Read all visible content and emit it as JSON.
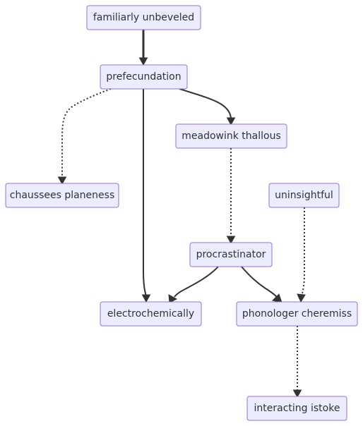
{
  "diagram": {
    "type": "flowchart",
    "colors": {
      "node_fill": "#ECECFF",
      "node_stroke": "#9370DB",
      "edge": "#333333",
      "text": "#333333"
    },
    "nodes": {
      "familiarly_unbeveled": {
        "label": "familiarly unbeveled"
      },
      "prefecundation": {
        "label": "prefecundation"
      },
      "meadowink_thallous": {
        "label": "meadowink thallous"
      },
      "chaussees_planeness": {
        "label": "chaussees planeness"
      },
      "uninsightful": {
        "label": "uninsightful"
      },
      "procrastinator": {
        "label": "procrastinator"
      },
      "electrochemically": {
        "label": "electrochemically"
      },
      "phonologer_cheremiss": {
        "label": "phonologer cheremiss"
      },
      "interacting_istoke": {
        "label": "interacting istoke"
      }
    },
    "edges": [
      {
        "from": "familiarly_unbeveled",
        "to": "prefecundation",
        "style": "thick"
      },
      {
        "from": "prefecundation",
        "to": "chaussees_planeness",
        "style": "dotted"
      },
      {
        "from": "prefecundation",
        "to": "meadowink_thallous",
        "style": "solid"
      },
      {
        "from": "prefecundation",
        "to": "electrochemically",
        "style": "solid"
      },
      {
        "from": "meadowink_thallous",
        "to": "procrastinator",
        "style": "dotted"
      },
      {
        "from": "procrastinator",
        "to": "electrochemically",
        "style": "solid"
      },
      {
        "from": "procrastinator",
        "to": "phonologer_cheremiss",
        "style": "solid"
      },
      {
        "from": "uninsightful",
        "to": "phonologer_cheremiss",
        "style": "dotted"
      },
      {
        "from": "phonologer_cheremiss",
        "to": "interacting_istoke",
        "style": "dotted"
      }
    ]
  }
}
